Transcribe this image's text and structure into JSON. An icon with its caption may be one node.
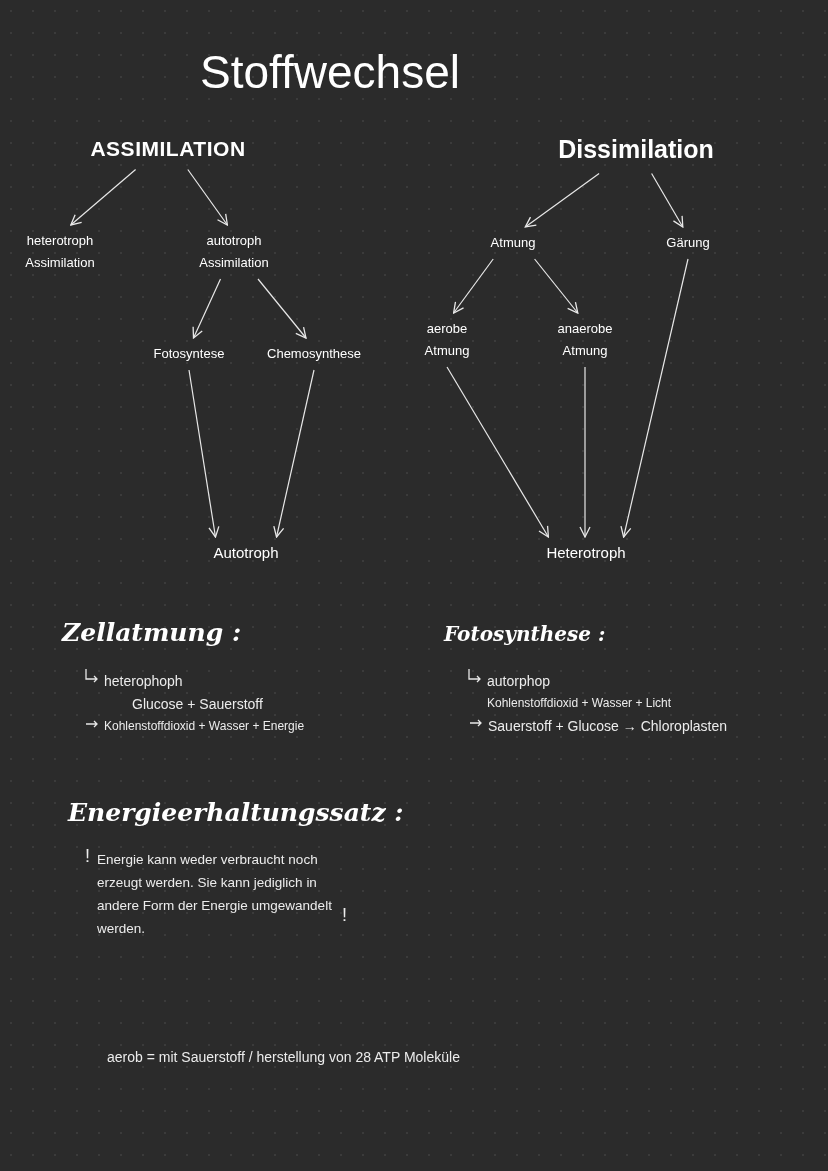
{
  "diagram": {
    "title": "Stoffwechsel",
    "nodes": [
      {
        "text": [
          "ASSIMILATION"
        ]
      },
      {
        "text": [
          "Dissimilation"
        ]
      },
      {
        "text": [
          "heterotroph Assimilation"
        ]
      },
      {
        "text": [
          "autotroph Assimilation"
        ]
      },
      {
        "text": [
          "Atmung"
        ]
      },
      {
        "text": [
          "Gärung"
        ]
      },
      {
        "text": [
          "Fotosyntese"
        ]
      },
      {
        "text": [
          "Chemosynthese"
        ]
      },
      {
        "text": [
          "aerobe Atmung"
        ]
      },
      {
        "text": [
          "anaerobe Atmung"
        ]
      },
      {
        "text": [
          "Autotroph"
        ]
      },
      {
        "text": [
          "Heterotroph"
        ]
      }
    ],
    "edges": [
      {
        "from": 0,
        "to": 2,
        "arrow": "to"
      },
      {
        "from": 0,
        "to": 3,
        "arrow": "to"
      },
      {
        "from": 1,
        "to": 4,
        "arrow": "to"
      },
      {
        "from": 1,
        "to": 5,
        "arrow": "to"
      },
      {
        "from": 3,
        "to": 6,
        "arrow": "to"
      },
      {
        "from": 3,
        "to": 7,
        "arrow": "to"
      },
      {
        "from": 4,
        "to": 8,
        "arrow": "to"
      },
      {
        "from": 4,
        "to": 9,
        "arrow": "to"
      },
      {
        "from": 6,
        "to": 10,
        "arrow": "to"
      },
      {
        "from": 7,
        "to": 10,
        "arrow": "to"
      },
      {
        "from": 8,
        "to": 11,
        "arrow": "to"
      },
      {
        "from": 9,
        "to": 11,
        "arrow": "to"
      },
      {
        "from": 5,
        "to": 11,
        "arrow": "to"
      }
    ],
    "labels": [
      "Zellatmung :",
      "heterophoph",
      "Glucose + Sauerstoff",
      "Kohlenstoffdioxid + Wasser + Energie",
      "Fotosynthese :",
      "autorphop",
      "Kohlenstoffdioxid + Wasser + Licht",
      "Sauerstoff + Glucose → Chloroplasten",
      "Energieerhaltungssatz :",
      "!",
      "Energie kann weder verbraucht noch erzeugt werden. Sie kann jediglich in andere Form der Energie umgewandelt werden.",
      "!",
      "aerob = mit Sauerstoff / herstellung von 28 ATP Moleküle"
    ]
  }
}
